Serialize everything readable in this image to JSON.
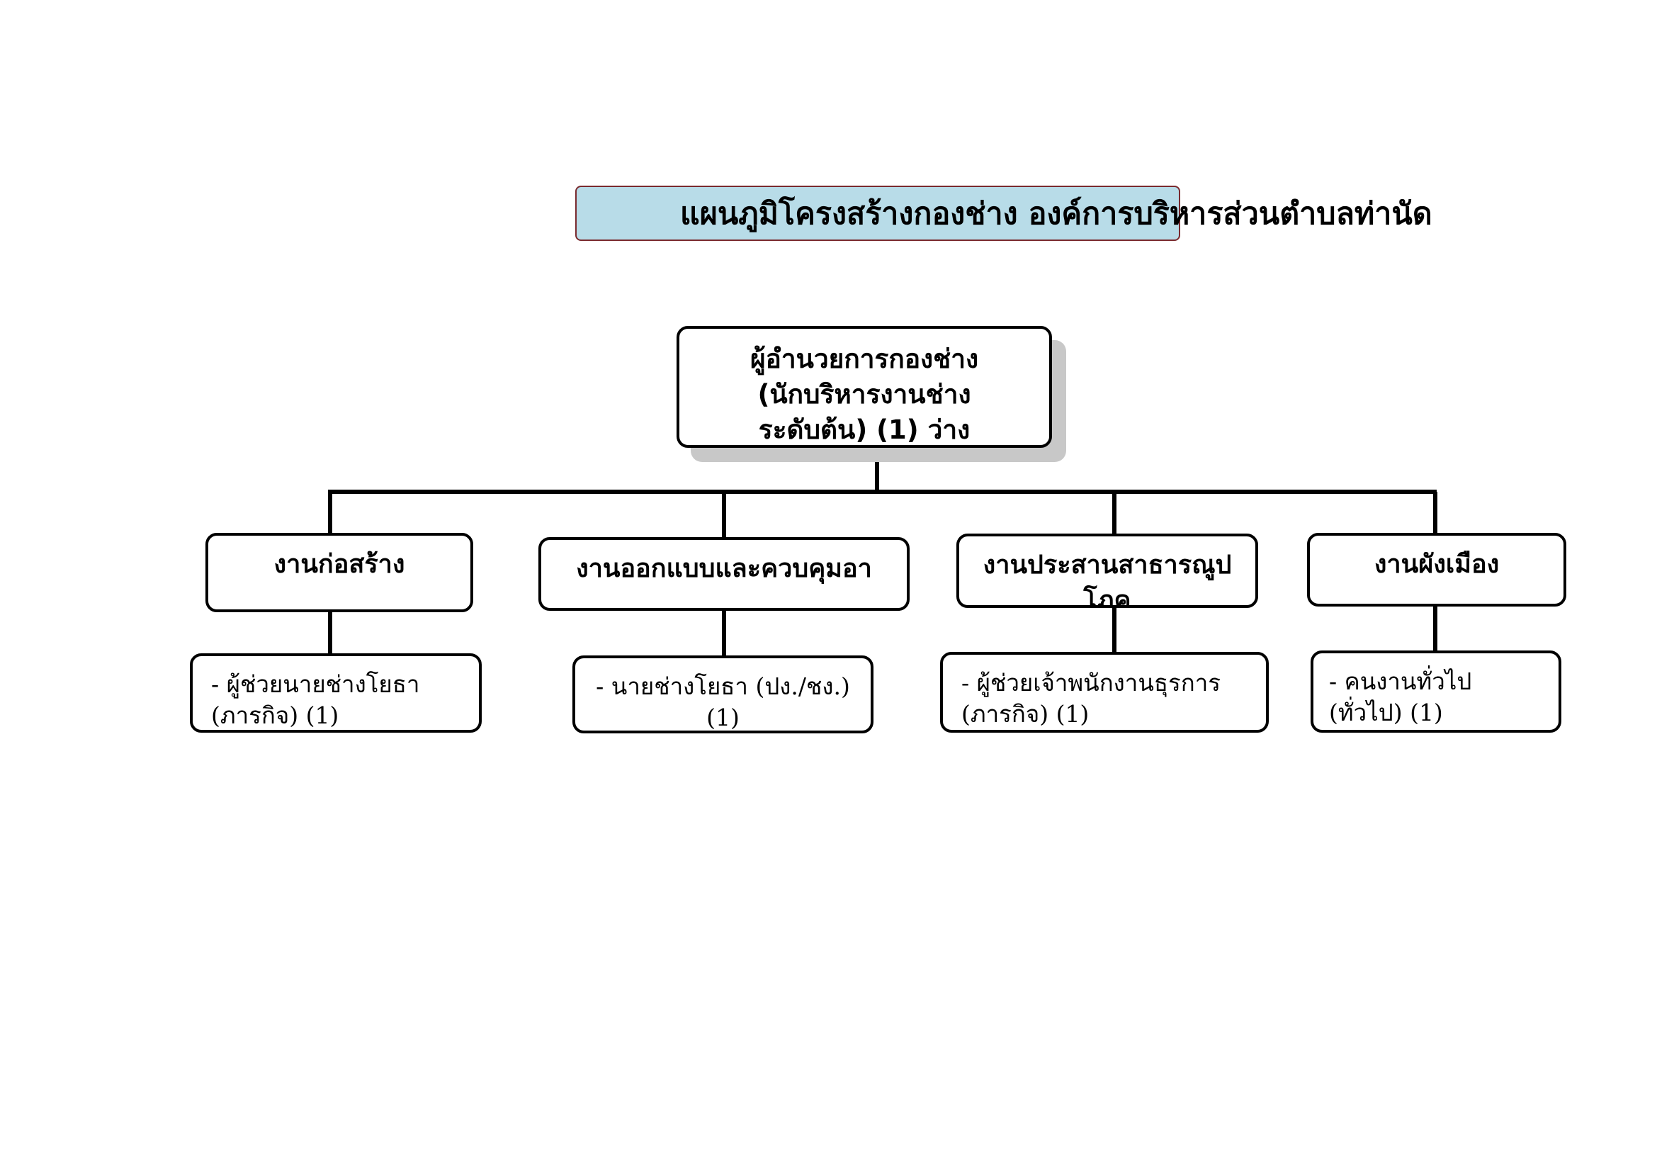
{
  "title": "แผนภูมิโครงสร้างกองช่าง องค์การบริหารส่วนตำบลท่านัด",
  "root": {
    "label": "ผู้อำนวยการกองช่าง\n(นักบริหารงานช่าง\nระดับต้น) (1) ว่าง"
  },
  "departments": [
    {
      "label": "งานก่อสร้าง"
    },
    {
      "label": "งานออกแบบและควบคุมอา"
    },
    {
      "label": "งานประสานสาธารณูป\nโภค"
    },
    {
      "label": "งานผังเมือง"
    }
  ],
  "staff": [
    {
      "label": "- ผู้ช่วยนายช่างโยธา\n(ภารกิจ) (1)"
    },
    {
      "label": "- นายช่างโยธา (ปง./ชง.)\n(1)"
    },
    {
      "label": "- ผู้ช่วยเจ้าพนักงานธุรการ\n(ภารกิจ) (1)"
    },
    {
      "label": "  - คนงานทั่วไป\n(ทั่วไป) (1)"
    }
  ],
  "colors": {
    "title_fill": "#b8dce8",
    "title_border": "#7a2a2e",
    "box_border": "#000000",
    "shadow": "#c8c8c8"
  }
}
